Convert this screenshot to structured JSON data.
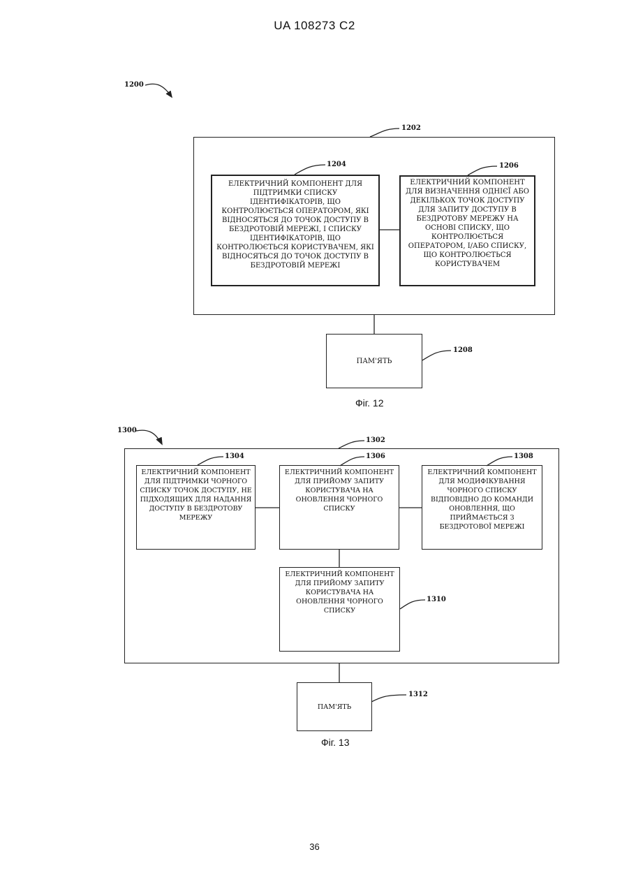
{
  "header": {
    "text": "UA   108273   C2"
  },
  "page_number": "36",
  "fig12": {
    "caption": "Фіг. 12",
    "diagram_ref": "1200",
    "outer_ref": "1202",
    "blocks": {
      "b1204": {
        "ref": "1204",
        "text": "ЕЛЕКТРИЧНИЙ КОМПОНЕНТ ДЛЯ ПІДТРИМКИ СПИСКУ ІДЕНТИФІКАТОРІВ, ЩО КОНТРОЛЮЄТЬСЯ ОПЕРАТОРОМ, ЯКІ ВІДНОСЯТЬСЯ ДО ТОЧОК ДОСТУПУ В БЕЗДРОТОВІЙ МЕРЕЖІ, І СПИСКУ ІДЕНТИФІКАТОРІВ, ЩО КОНТРОЛЮЄТЬСЯ КОРИСТУВАЧЕМ, ЯКІ ВІДНОСЯТЬСЯ ДО ТОЧОК ДОСТУПУ В БЕЗДРОТОВІЙ МЕРЕЖІ"
      },
      "b1206": {
        "ref": "1206",
        "text": "ЕЛЕКТРИЧНИЙ КОМПОНЕНТ ДЛЯ ВИЗНАЧЕННЯ ОДНІЄЇ АБО ДЕКІЛЬКОХ ТОЧОК ДОСТУПУ ДЛЯ ЗАПИТУ ДОСТУПУ В БЕЗДРОТОВУ МЕРЕЖУ НА ОСНОВІ СПИСКУ, ЩО КОНТРОЛЮЄТЬСЯ ОПЕРАТОРОМ, І/АБО СПИСКУ, ЩО КОНТРОЛЮЄТЬСЯ КОРИСТУВАЧЕМ"
      },
      "b1208": {
        "ref": "1208",
        "text": "ПАМ'ЯТЬ"
      }
    }
  },
  "fig13": {
    "caption": "Фіг. 13",
    "diagram_ref": "1300",
    "outer_ref": "1302",
    "blocks": {
      "b1304": {
        "ref": "1304",
        "text": "ЕЛЕКТРИЧНИЙ КОМПОНЕНТ ДЛЯ ПІДТРИМКИ ЧОРНОГО СПИСКУ ТОЧОК ДОСТУПУ, НЕ ПІДХОДЯЩИХ ДЛЯ НАДАННЯ ДОСТУПУ В БЕЗДРОТОВУ МЕРЕЖУ"
      },
      "b1306": {
        "ref": "1306",
        "text": "ЕЛЕКТРИЧНИЙ КОМПОНЕНТ ДЛЯ ПРИЙОМУ ЗАПИТУ КОРИСТУВАЧА НА ОНОВЛЕННЯ ЧОРНОГО СПИСКУ"
      },
      "b1308": {
        "ref": "1308",
        "text": "ЕЛЕКТРИЧНИЙ КОМПОНЕНТ ДЛЯ МОДИФІКУВАННЯ ЧОРНОГО СПИСКУ ВІДПОВІДНО ДО КОМАНДИ ОНОВЛЕННЯ, ЩО ПРИЙМАЄТЬСЯ З БЕЗДРОТОВОЇ МЕРЕЖІ"
      },
      "b1310": {
        "ref": "1310",
        "text": "ЕЛЕКТРИЧНИЙ КОМПОНЕНТ ДЛЯ ПРИЙОМУ ЗАПИТУ КОРИСТУВАЧА НА ОНОВЛЕННЯ ЧОРНОГО СПИСКУ"
      },
      "b1312": {
        "ref": "1312",
        "text": "ПАМ'ЯТЬ"
      }
    }
  }
}
